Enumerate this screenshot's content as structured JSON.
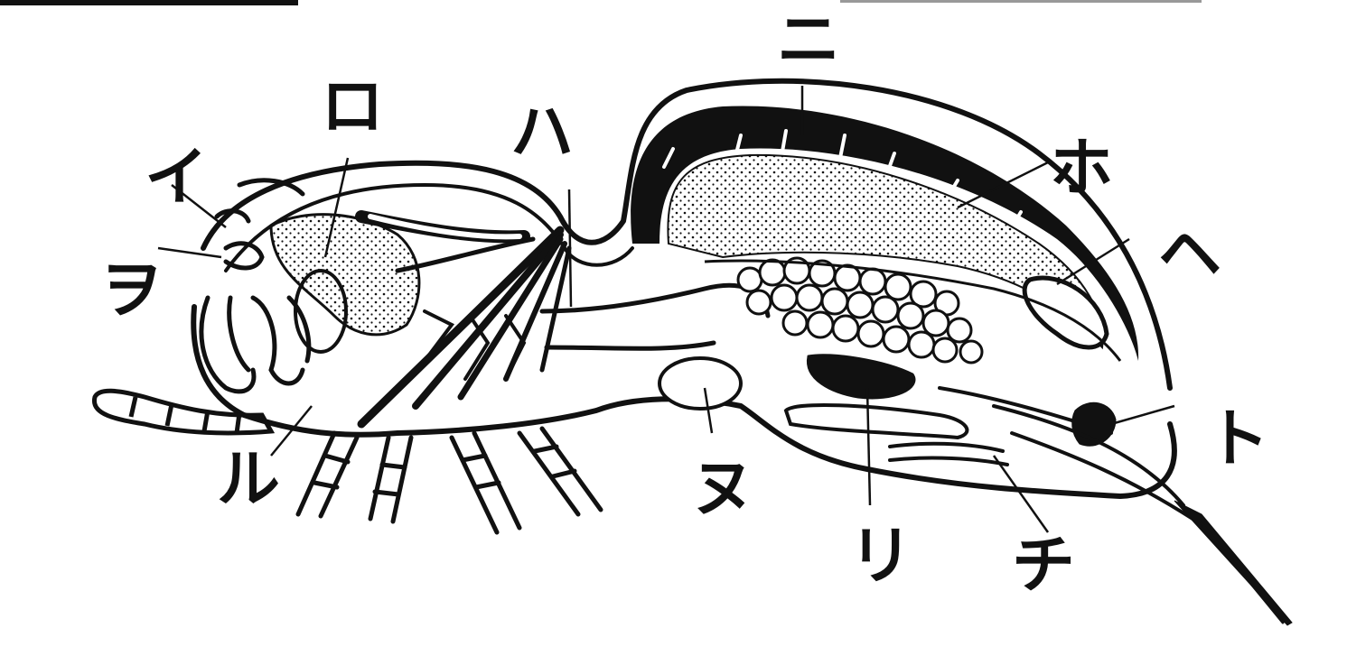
{
  "labels": {
    "i": "イ",
    "ro": "ロ",
    "ha": "ハ",
    "ni": "ニ",
    "ho": "ホ",
    "he": "ヘ",
    "to": "ト",
    "chi": "チ",
    "ri": "リ",
    "nu": "ヌ",
    "ru": "ル",
    "wo": "ヲ"
  },
  "colors": {
    "ink": "#111111",
    "paper": "#ffffff"
  }
}
